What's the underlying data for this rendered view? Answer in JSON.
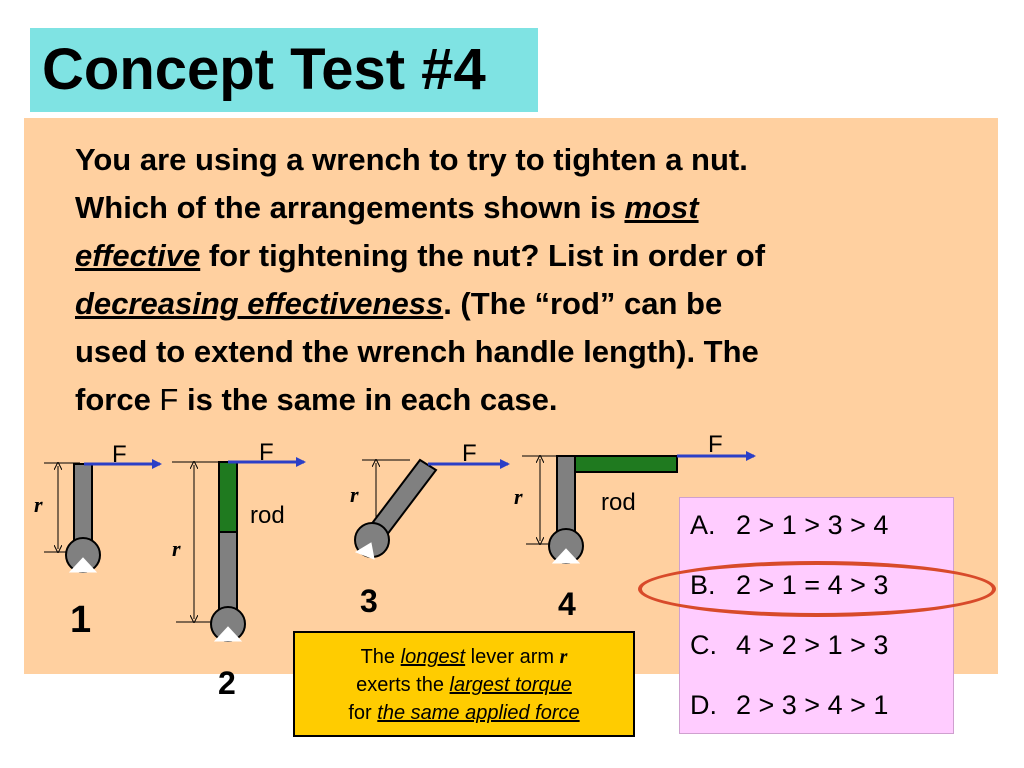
{
  "title": "Concept Test #4",
  "question": {
    "line1": "You are using a wrench to try to tighten a nut.",
    "line2a": "Which of the arrangements shown is ",
    "line2b": "most",
    "line3a": "effective",
    "line3b": " for tightening the nut? List in order of",
    "line4a": "decreasing effectiveness",
    "line4b": ".  (The “rod” can be",
    "line5": "used to extend the wrench handle length).  The",
    "line6a": "force ",
    "line6b": "F",
    "line6c": " is the same in each case."
  },
  "diagrams": {
    "force_label": "F",
    "lever_label": "r",
    "rod_label": "rod",
    "numbers": [
      "1",
      "2",
      "3",
      "4"
    ]
  },
  "answers": [
    {
      "letter": "A.",
      "text": "2 > 1 > 3 > 4"
    },
    {
      "letter": "B.",
      "text": "2 > 1 = 4 > 3"
    },
    {
      "letter": "C.",
      "text": "4 > 2 > 1 > 3"
    },
    {
      "letter": "D.",
      "text": "2 > 3 > 4 > 1"
    }
  ],
  "note": {
    "part1": "The ",
    "part2": "longest",
    "part3": " lever arm ",
    "part4": "r",
    "part5": "exerts the ",
    "part6": "largest torque",
    "part7": "for ",
    "part8": "the same applied force"
  },
  "colors": {
    "title_bg": "#7fe3e3",
    "panel_bg": "#ffd0a0",
    "wrench": "#808080",
    "rod": "#1f7a1f",
    "force_arrow": "#2b3fc7",
    "answers_bg": "#ffccff",
    "highlight": "#d84a2a",
    "note_bg": "#ffcc00"
  }
}
